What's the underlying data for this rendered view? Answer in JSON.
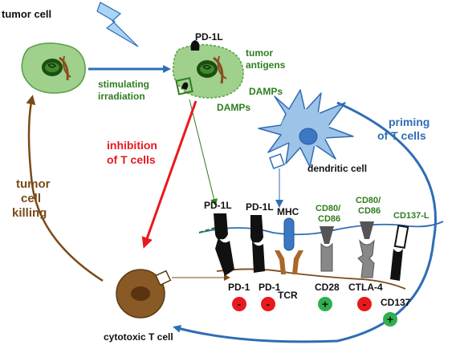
{
  "labels": {
    "tumor_cell": "tumor cell",
    "stimulating_irradiation_1": "stimulating",
    "stimulating_irradiation_2": "irradiation",
    "pd1l_top": "PD-1L",
    "tumor_antigens_1": "tumor",
    "tumor_antigens_2": "antigens",
    "damps_1": "DAMPs",
    "damps_2": "DAMPs",
    "inhibition_1": "inhibition",
    "inhibition_2": "of T cells",
    "priming_1": "priming",
    "priming_2": "of T cells",
    "dendritic_cell": "dendritic cell",
    "tumor_cell_killing_1": "tumor",
    "tumor_cell_killing_2": "cell",
    "tumor_cell_killing_3": "killing",
    "cytotoxic_t_cell": "cytotoxic T cell",
    "pd1l_a": "PD-1L",
    "pd1l_b": "PD-1L",
    "mhc": "MHC",
    "cd80_86_a_1": "CD80/",
    "cd80_86_a_2": "CD86",
    "cd80_86_b_1": "CD80/",
    "cd80_86_b_2": "CD86",
    "cd137l": "CD137-L",
    "pd1_a": "PD-1",
    "pd1_b": "PD-1",
    "tcr": "TCR",
    "cd28": "CD28",
    "ctla4": "CTLA-4",
    "cd137": "CD137"
  },
  "signs": {
    "minus": "-",
    "plus": "+"
  },
  "colors": {
    "tumor_fill": "#9fd08c",
    "tumor_stroke": "#5a9e45",
    "arrow_blue": "#2f6db5",
    "arrow_red": "#e8191c",
    "arrow_brown": "#7a4a17",
    "label_green": "#2e7d1f",
    "dendritic_fill": "#9ec3e8",
    "t_cell_fill": "#8a5a26",
    "minus_circle": "#e8191c",
    "plus_circle": "#2fb050"
  }
}
